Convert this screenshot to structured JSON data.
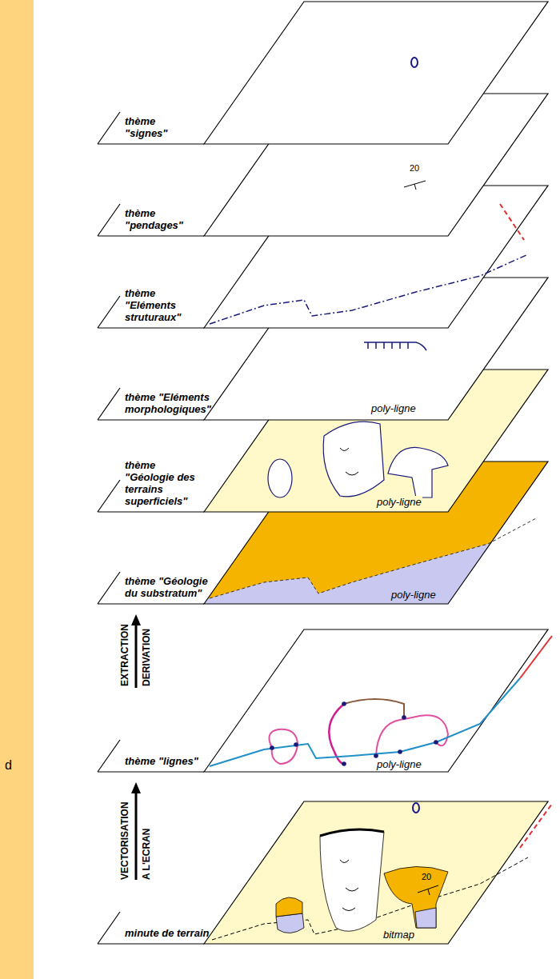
{
  "diagram": {
    "labels": [
      "thème \"signes\"",
      "20",
      "thème \"pendages\"",
      "thème \"Eléments struturaux\"",
      "thème \"Eléments morphologiques\"",
      "poly-ligne",
      "thème \"Géologie des terrains superficiels\"",
      "poly-ligne",
      "thème \"Géologie du substratum\"",
      "poly-ligne",
      "EXTRACTION",
      "DERIVATION",
      "thème \"lignes\"",
      "poly-ligne",
      "VECTORISATION",
      "A L'ECRAN",
      "d",
      "20",
      "minute de terrain",
      "bitmap"
    ]
  }
}
